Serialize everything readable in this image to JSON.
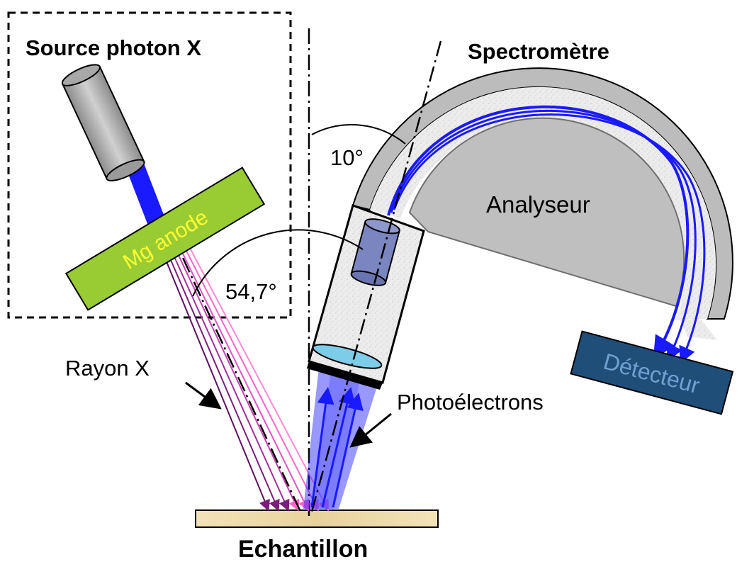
{
  "labels": {
    "source_title": "Source photon X",
    "spectrometer_title": "Spectromètre",
    "anode": "Mg anode",
    "analyser": "Analyseur",
    "detector": "Détecteur",
    "angle_spectrometer": "10°",
    "angle_source": "54,7°",
    "xray_label": "Rayon X",
    "photoelectron_label": "Photoélectrons",
    "sample_label": "Echantillon"
  },
  "colors": {
    "anode_fill": "#99cc33",
    "anode_text": "#ffff33",
    "detector_fill": "#1f4e79",
    "analyser_gray": "#bfbfbf",
    "electron_blue": "#1a1aff",
    "xray_purple": "#7a1f7a",
    "xray_pink": "#ff66cc",
    "sample_fill": "#f0deb0"
  },
  "icons": {
    "xray_tube": "xray-tube-icon",
    "lens": "lens-icon"
  }
}
